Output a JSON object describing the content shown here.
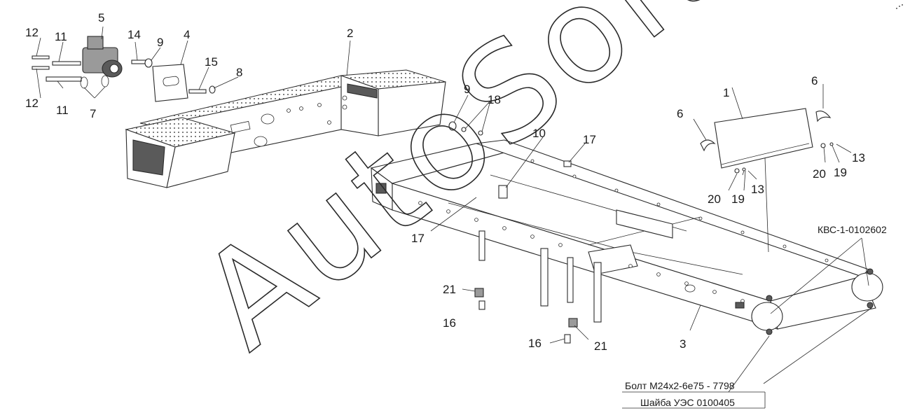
{
  "watermark": "AutoSoft",
  "callouts": {
    "c1": "1",
    "c2": "2",
    "c3": "3",
    "c4": "4",
    "c5": "5",
    "c6a": "6",
    "c6b": "6",
    "c7": "7",
    "c8": "8",
    "c9a": "9",
    "c9b": "9",
    "c10": "10",
    "c11a": "11",
    "c11b": "11",
    "c12a": "12",
    "c12b": "12",
    "c13a": "13",
    "c13b": "13",
    "c14": "14",
    "c15": "15",
    "c16a": "16",
    "c16b": "16",
    "c17a": "17",
    "c17b": "17",
    "c18": "18",
    "c19a": "19",
    "c19b": "19",
    "c20a": "20",
    "c20b": "20",
    "c21a": "21",
    "c21b": "21"
  },
  "notes": {
    "assembly": "КВС-1-0102602",
    "bolt": "Болт М24х2-6е75 - 7798",
    "washer": "Шайба УЭС 0100405"
  }
}
